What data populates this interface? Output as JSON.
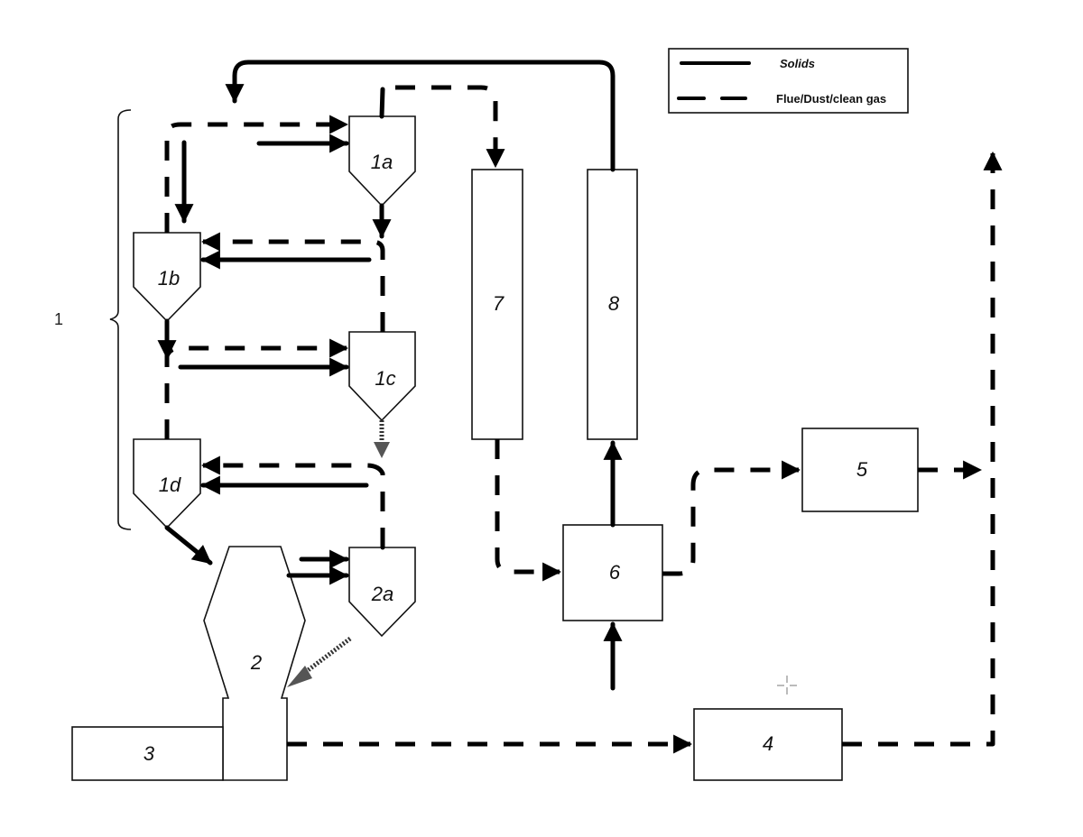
{
  "legend": {
    "solids_label": "Solids",
    "gas_label": "Flue/Dust/clean gas"
  },
  "group": {
    "label": "1"
  },
  "units": {
    "u1a": "1a",
    "u1b": "1b",
    "u1c": "1c",
    "u1d": "1d",
    "u2": "2",
    "u2a": "2a",
    "u3": "3",
    "u4": "4",
    "u5": "5",
    "u6": "6",
    "u7": "7",
    "u8": "8"
  },
  "colors": {
    "line": "#000000",
    "background": "#ffffff"
  }
}
